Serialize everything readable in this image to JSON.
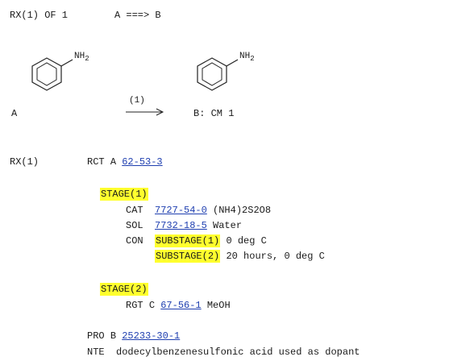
{
  "header": {
    "rx_index": "RX(1) OF 1",
    "scheme": "A ===> B"
  },
  "scheme": {
    "reactant_group": "NH",
    "reactant_group_sub": "2",
    "reactant_label": "A",
    "arrow_label": "(1)",
    "product_group": "NH",
    "product_group_sub": "2",
    "product_label": "B: CM 1"
  },
  "reaction": {
    "id": "RX(1)",
    "rct": {
      "tag": "RCT",
      "role": "A",
      "cas": "62-53-3"
    },
    "stage1": {
      "label": "STAGE(1)",
      "cat": {
        "tag": "CAT",
        "cas": "7727-54-0",
        "name": "(NH4)2S2O8"
      },
      "sol": {
        "tag": "SOL",
        "cas": "7732-18-5",
        "name": "Water"
      },
      "con": {
        "tag": "CON",
        "substage1": {
          "label": "SUBSTAGE(1)",
          "text": "0 deg C"
        },
        "substage2": {
          "label": "SUBSTAGE(2)",
          "text": "20 hours, 0 deg C"
        }
      }
    },
    "stage2": {
      "label": "STAGE(2)",
      "rgt": {
        "tag": "RGT",
        "role": "C",
        "cas": "67-56-1",
        "name": "MeOH"
      }
    },
    "pro": {
      "tag": "PRO",
      "role": "B",
      "cas": "25233-30-1"
    },
    "nte": {
      "tag": "NTE",
      "text": "dodecylbenzenesulfonic acid used as dopant"
    }
  },
  "colors": {
    "link": "#1f3fb0",
    "highlight": "#ffff2e"
  }
}
